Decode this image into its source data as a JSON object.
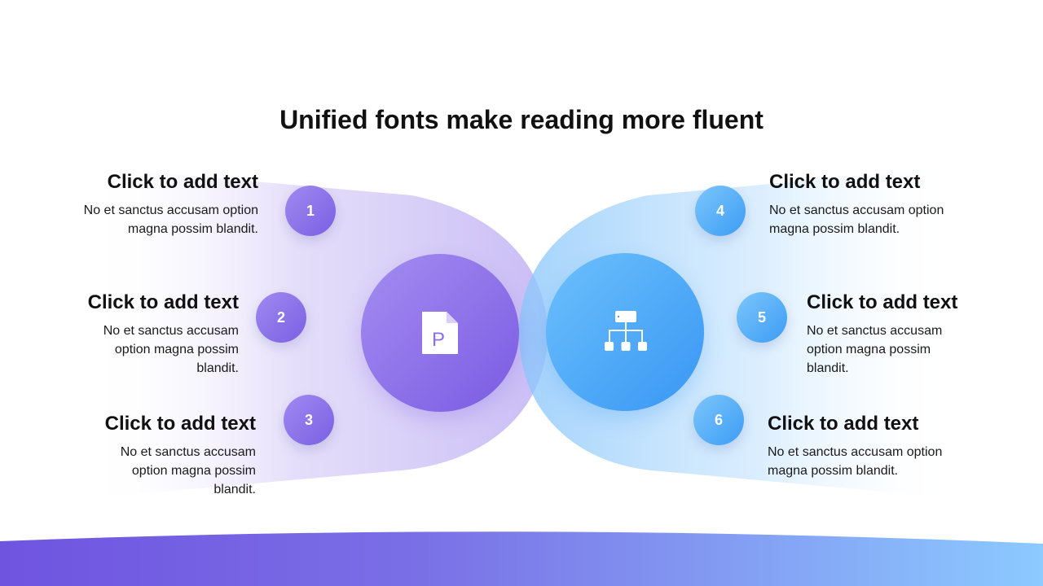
{
  "title": "Unified fonts make reading more fluent",
  "colors": {
    "purple_accent": "#7b5fe3",
    "blue_accent": "#3d9cf5"
  },
  "icons": {
    "left_hub": "document-p-icon",
    "right_hub": "org-chart-icon"
  },
  "items": [
    {
      "number": "1",
      "heading": "Click to add text",
      "body": "No et sanctus accusam option magna possim blandit."
    },
    {
      "number": "2",
      "heading": "Click to add text",
      "body": "No et sanctus accusam option magna possim blandit."
    },
    {
      "number": "3",
      "heading": "Click to add text",
      "body": "No et sanctus accusam option magna possim blandit."
    },
    {
      "number": "4",
      "heading": "Click to add text",
      "body": "No et sanctus accusam option magna possim blandit."
    },
    {
      "number": "5",
      "heading": "Click to add text",
      "body": "No et sanctus accusam option magna possim blandit."
    },
    {
      "number": "6",
      "heading": "Click to add text",
      "body": "No et sanctus accusam option magna possim blandit."
    }
  ]
}
